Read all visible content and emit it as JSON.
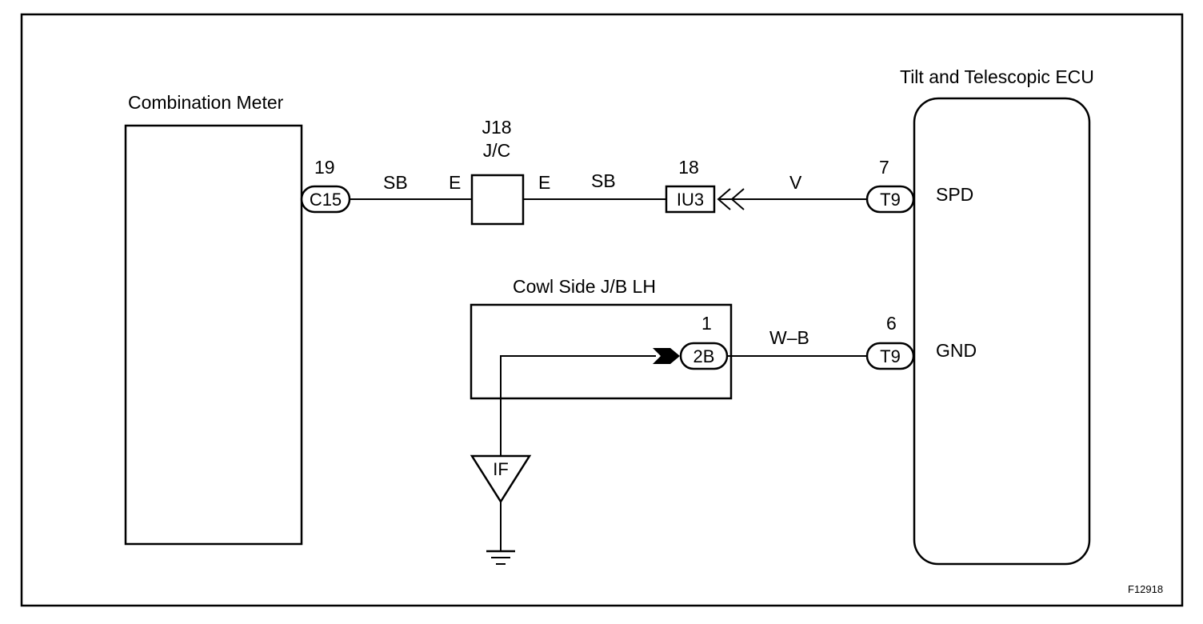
{
  "components": {
    "combination_meter": "Combination Meter",
    "ecu": "Tilt and Telescopic ECU",
    "junction_connector_id": "J18",
    "junction_connector_type": "J/C",
    "cowl_jb": "Cowl Side J/B LH",
    "ground_point": "IF"
  },
  "connectors": {
    "meter": {
      "pin": "19",
      "id": "C15"
    },
    "inline": {
      "pin": "18",
      "id": "IU3"
    },
    "ecu_spd": {
      "pin": "7",
      "id": "T9",
      "terminal": "SPD"
    },
    "ecu_gnd": {
      "pin": "6",
      "id": "T9",
      "terminal": "GND"
    },
    "jb": {
      "pin": "1",
      "id": "2B"
    }
  },
  "wires": {
    "meter_to_jc": "SB",
    "jc_left_terminal": "E",
    "jc_right_terminal": "E",
    "jc_to_iu3": "SB",
    "iu3_to_ecu": "V",
    "jb_to_ecu": "W–B"
  },
  "figure_id": "F12918"
}
